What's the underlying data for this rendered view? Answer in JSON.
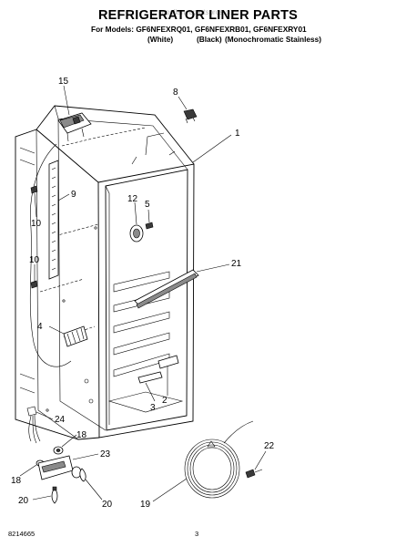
{
  "header": {
    "title": "REFRIGERATOR LINER PARTS",
    "watermark": "appliancepartspros.com",
    "models_prefix": "For Models:",
    "models": "GF6NFEXRQ01, GF6NFEXRB01, GF6NFEXRY01",
    "variants": [
      "(White)",
      "(Black)",
      "(Monochromatic Stainless)"
    ]
  },
  "callouts": [
    "15",
    "8",
    "1",
    "9",
    "10",
    "12",
    "5",
    "10",
    "21",
    "4",
    "3",
    "2",
    "24",
    "18",
    "23",
    "22",
    "18",
    "20",
    "20",
    "19"
  ],
  "footer": {
    "part_number": "8214665",
    "page": "3"
  }
}
